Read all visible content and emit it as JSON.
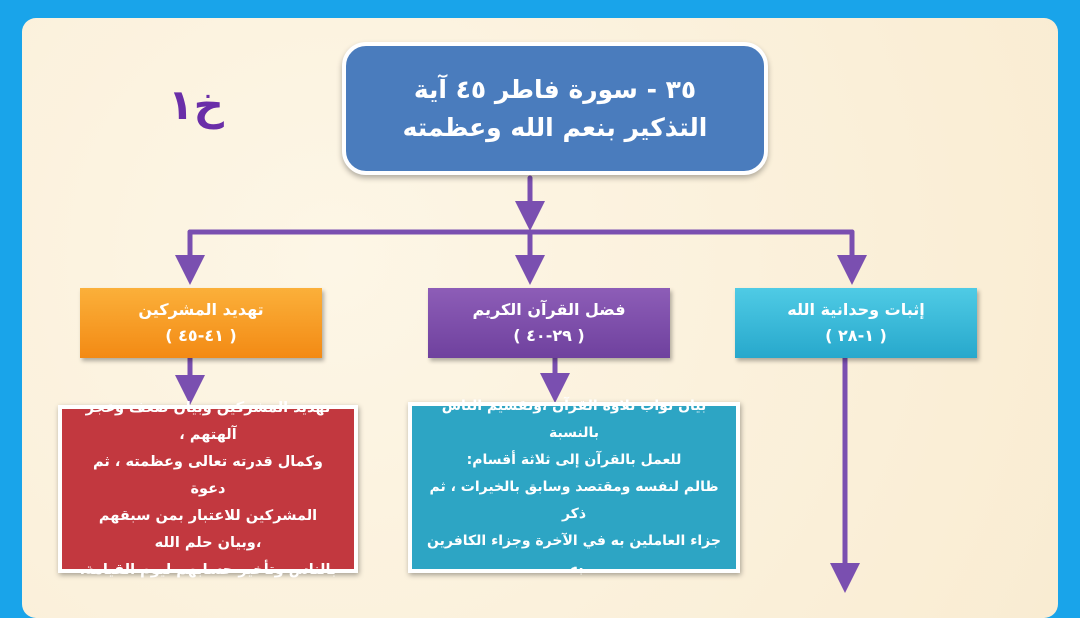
{
  "tag": "خ١",
  "title": {
    "line1": "٣٥ - سورة فاطر ٤٥ آية",
    "line2": "التذكير بنعم الله وعظمته"
  },
  "sections": [
    {
      "title": "إثبات وحدانية الله",
      "range": "( ١-٢٨ )"
    },
    {
      "title": "فضل القرآن الكريم",
      "range": "( ٢٩-٤٠ )"
    },
    {
      "title": "تهديد المشركين",
      "range": "( ٤١-٤٥ )"
    }
  ],
  "descriptions": {
    "quran": [
      "بيان ثواب تلاوة القرآن ،وتقسيم الناس بالنسبة",
      "للعمل بالقرآن إلى ثلاثة أقسام:",
      "ظالم لنفسه ومقتصد وسابق بالخيرات ، ثم ذكر",
      "جزاء العاملين به في الآخرة وجزاء الكافرين به."
    ],
    "threat": [
      "تهديد المشركين وبيان ضعف وعجز آلهتهم ،",
      "وكمال قدرته تعالى وعظمته ، ثم دعوة",
      "المشركين للاعتبار بمن سبقهم ،وبيان حلم الله",
      "بالناس وتأخير حسابهم ليوم القيامة."
    ]
  },
  "colors": {
    "frame": "#19a4ea",
    "connector": "#7a4fb0",
    "title": "#4a7cbd",
    "orange": "#f79a22",
    "purple": "#7b4ca8",
    "cyan": "#35b8d8",
    "red": "#c2383f",
    "teal": "#2da5c4"
  }
}
